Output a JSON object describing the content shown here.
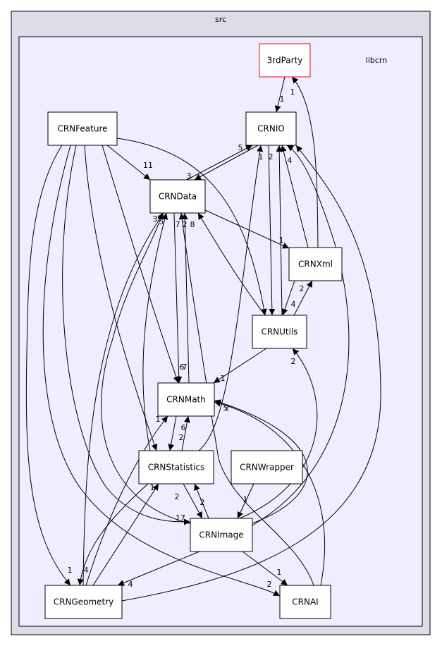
{
  "outer_cluster": {
    "label": "src"
  },
  "inner_cluster": {
    "label": "libcrn"
  },
  "colors": {
    "outer_fill": "#dddde8",
    "inner_fill": "#eeeeff",
    "node_fill": "#ffffff",
    "node_border": "#000000",
    "highlight_border": "#ff0000",
    "edge": "#000000"
  },
  "nodes": [
    {
      "id": "3rdparty",
      "label": "3rdParty",
      "highlight": true
    },
    {
      "id": "crnio",
      "label": "CRNIO"
    },
    {
      "id": "crnfeature",
      "label": "CRNFeature"
    },
    {
      "id": "crndata",
      "label": "CRNData"
    },
    {
      "id": "crnxml",
      "label": "CRNXml"
    },
    {
      "id": "crnutils",
      "label": "CRNUtils"
    },
    {
      "id": "crnmath",
      "label": "CRNMath"
    },
    {
      "id": "crnstatistics",
      "label": "CRNStatistics"
    },
    {
      "id": "crnwrapper",
      "label": "CRNWrapper"
    },
    {
      "id": "crnimage",
      "label": "CRNImage"
    },
    {
      "id": "crngeometry",
      "label": "CRNGeometry"
    },
    {
      "id": "crnai",
      "label": "CRNAI"
    }
  ],
  "edges": [
    {
      "from": "3rdparty",
      "to": "crnio",
      "label": "1"
    },
    {
      "from": "crnfeature",
      "to": "crndata",
      "label": "11"
    },
    {
      "from": "crnfeature",
      "to": "crnutils",
      "label": ""
    },
    {
      "from": "crnfeature",
      "to": "crnmath",
      "label": "7"
    },
    {
      "from": "crnfeature",
      "to": "crnstatistics",
      "label": ""
    },
    {
      "from": "crnfeature",
      "to": "crnimage",
      "label": "17"
    },
    {
      "from": "crnfeature",
      "to": "crngeometry",
      "label": "1"
    },
    {
      "from": "crnfeature",
      "to": "crnai",
      "label": "2"
    },
    {
      "from": "crndata",
      "to": "crnio",
      "label": "5"
    },
    {
      "from": "crnio",
      "to": "crndata",
      "label": "3"
    },
    {
      "from": "crndata",
      "to": "crnxml",
      "label": "1"
    },
    {
      "from": "crndata",
      "to": "crnmath",
      "label": "6"
    },
    {
      "from": "crnxml",
      "to": "crnio",
      "label": "4"
    },
    {
      "from": "crnxml",
      "to": "3rdparty",
      "label": "1"
    },
    {
      "from": "crnxml",
      "to": "crnutils",
      "label": "4"
    },
    {
      "from": "crnutils",
      "to": "crnxml",
      "label": "2"
    },
    {
      "from": "crnutils",
      "to": "crnio",
      "label": "2"
    },
    {
      "from": "crnio",
      "to": "crnutils",
      "label": "1"
    },
    {
      "from": "crnutils",
      "to": "crndata",
      "label": "8"
    },
    {
      "from": "crnutils",
      "to": "crnmath",
      "label": "1"
    },
    {
      "from": "crnmath",
      "to": "crndata",
      "label": "2"
    },
    {
      "from": "crnstatistics",
      "to": "crnmath",
      "label": "6"
    },
    {
      "from": "crnmath",
      "to": "crnstatistics",
      "label": "2"
    },
    {
      "from": "crnstatistics",
      "to": "crndata",
      "label": "7"
    },
    {
      "from": "crnstatistics",
      "to": "crnio",
      "label": ""
    },
    {
      "from": "crnstatistics",
      "to": "crnimage",
      "label": "2"
    },
    {
      "from": "crnimage",
      "to": "crnstatistics",
      "label": "2"
    },
    {
      "from": "crnwrapper",
      "to": "crnimage",
      "label": "1"
    },
    {
      "from": "crnimage",
      "to": "crndata",
      "label": "5"
    },
    {
      "from": "crnimage",
      "to": "crnio",
      "label": "4"
    },
    {
      "from": "crnimage",
      "to": "crnmath",
      "label": "2"
    },
    {
      "from": "crnimage",
      "to": "crnutils",
      "label": "2"
    },
    {
      "from": "crnimage",
      "to": "crngeometry",
      "label": "4"
    },
    {
      "from": "crnimage",
      "to": "crnai",
      "label": "1"
    },
    {
      "from": "crngeometry",
      "to": "crndata",
      "label": "3"
    },
    {
      "from": "crngeometry",
      "to": "crnmath",
      "label": "1"
    },
    {
      "from": "crngeometry",
      "to": "crnstatistics",
      "label": "1"
    },
    {
      "from": "crngeometry",
      "to": "crnio",
      "label": "1"
    },
    {
      "from": "crnstatistics",
      "to": "crngeometry",
      "label": "4"
    },
    {
      "from": "crnai",
      "to": "crnmath",
      "label": "5"
    },
    {
      "from": "crnai",
      "to": "crndata",
      "label": ""
    }
  ]
}
